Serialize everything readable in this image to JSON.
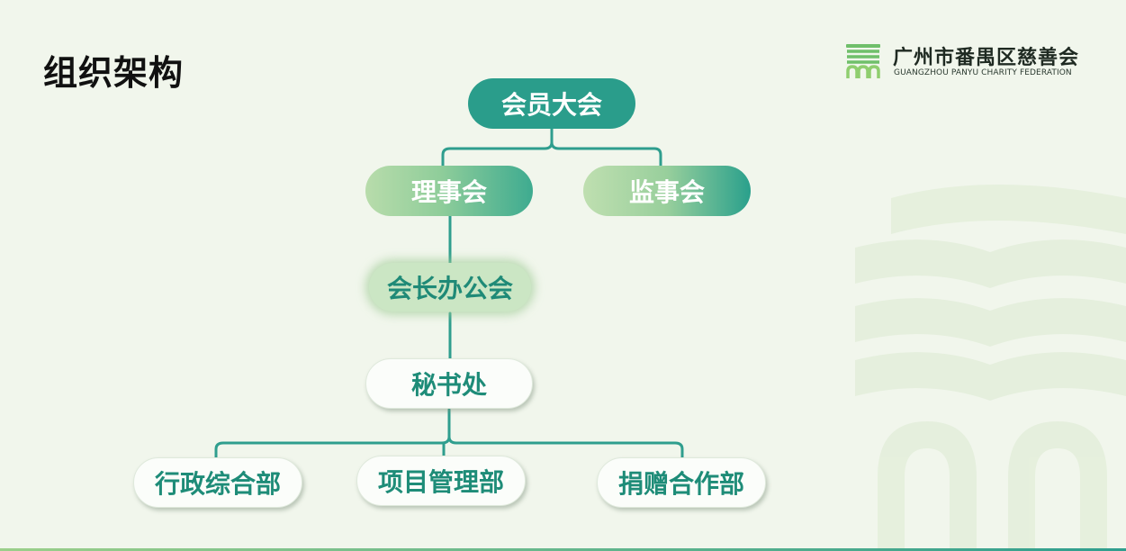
{
  "page_title": "组织架构",
  "logo": {
    "name": "广州市番禺区慈善会",
    "english": "GUANGZHOU PANYU CHARITY FEDERATION",
    "icon": "charity-federation-logo-icon"
  },
  "org_chart": {
    "root": "会员大会",
    "boards": [
      "理事会",
      "监事会"
    ],
    "office": "会长办公会",
    "secretariat": "秘书处",
    "departments": [
      "行政综合部",
      "项目管理部",
      "捐赠合作部"
    ]
  },
  "colors": {
    "teal": "#2a9d8b",
    "light_green": "#b8dcab",
    "connector": "#2f9e8e",
    "background": "#f1f6ec"
  }
}
